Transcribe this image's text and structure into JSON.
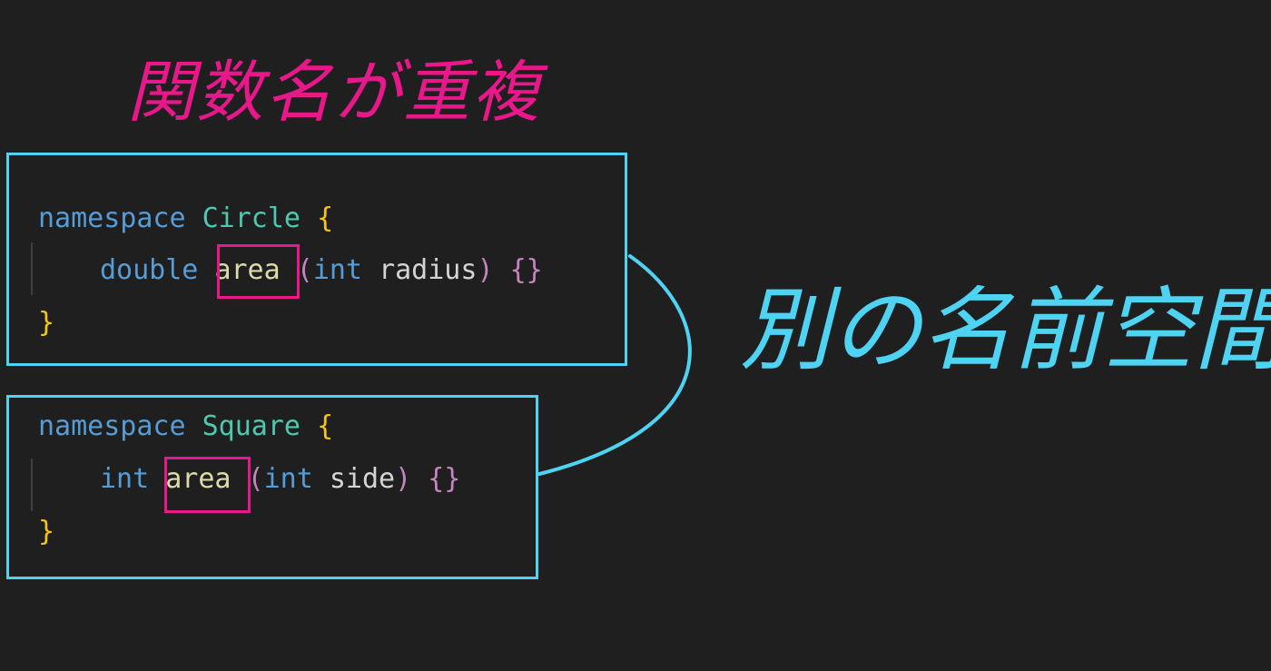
{
  "annotations": {
    "top_note": "関数名が重複",
    "right_note": "別の名前空間"
  },
  "colors": {
    "box_border": "#4fd3f2",
    "highlight_border": "#e8178a",
    "note_pink": "#e8178a",
    "note_cyan": "#4fd3f2",
    "background": "#1f1f1f"
  },
  "circle_block": {
    "keyword": "namespace",
    "name": "Circle",
    "open_brace": "{",
    "return_type": "double",
    "function_name": "area",
    "param_open": "(",
    "param_type": "int",
    "param_name": "radius",
    "param_close": ")",
    "body": "{}",
    "close_brace": "}"
  },
  "square_block": {
    "keyword": "namespace",
    "name": "Square",
    "open_brace": "{",
    "return_type": "int",
    "function_name": "area",
    "param_open": "(",
    "param_type": "int",
    "param_name": "side",
    "param_close": ")",
    "body": "{}",
    "close_brace": "}"
  }
}
